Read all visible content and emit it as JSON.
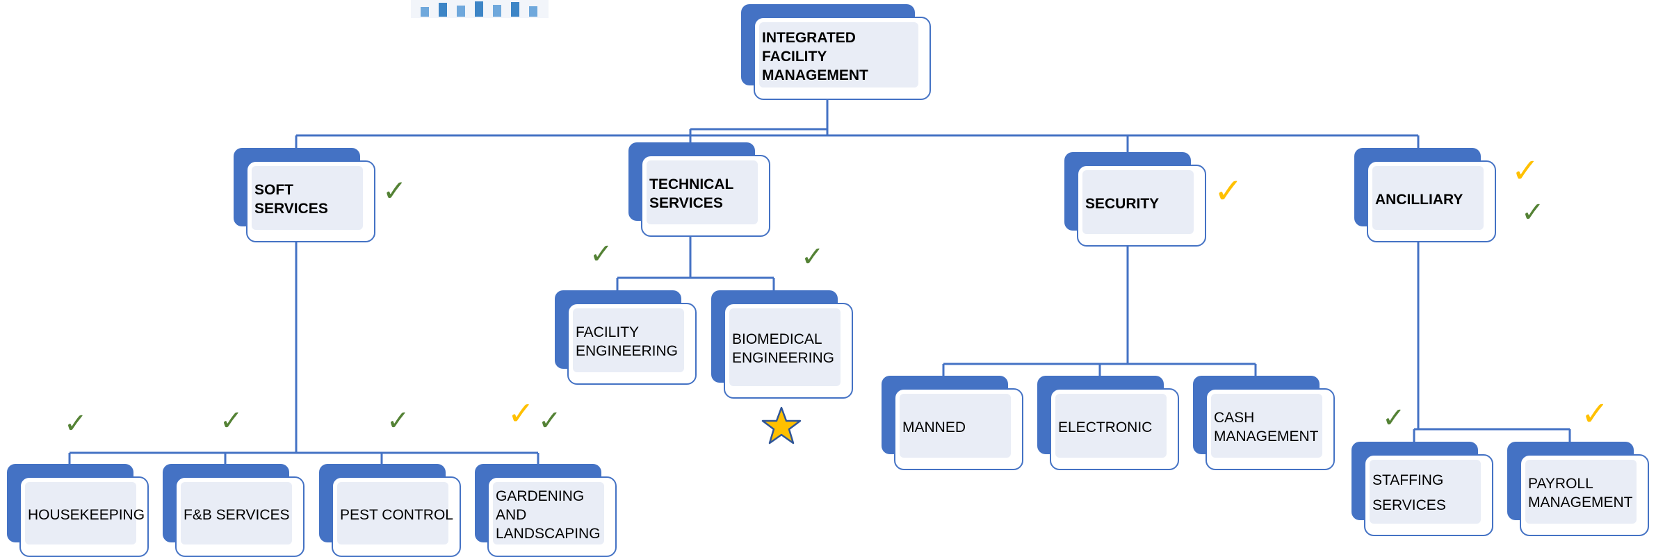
{
  "colors": {
    "node_back": "#4472c4",
    "node_border": "#4472c4",
    "node_fill": "#e9edf6",
    "connector": "#4472c4",
    "check_green": "#548235",
    "check_gold": "#ffc000",
    "star_fill": "#ffc000",
    "star_stroke": "#2f5597"
  },
  "root": {
    "label": "INTEGRATED\nFACILITY\nMANAGEMENT"
  },
  "categories": {
    "soft": {
      "label": "SOFT SERVICES"
    },
    "technical": {
      "label": "TECHNICAL\nSERVICES"
    },
    "security": {
      "label": "SECURITY"
    },
    "ancilliary": {
      "label": "ANCILLIARY"
    }
  },
  "soft_services": {
    "housekeeping": {
      "label": "HOUSEKEEPING"
    },
    "fnb": {
      "label": "F&B SERVICES"
    },
    "pest": {
      "label": "PEST CONTROL"
    },
    "gardening": {
      "label": "GARDENING\nAND\nLANDSCAPING"
    }
  },
  "technical_services": {
    "facility_eng": {
      "label": "FACILITY\nENGINEERING"
    },
    "biomedical_eng": {
      "label": "BIOMEDICAL\nENGINEERING"
    }
  },
  "security_services": {
    "manned": {
      "label": "MANNED"
    },
    "electronic": {
      "label": "ELECTRONIC"
    },
    "cash": {
      "label": "CASH\nMANAGEMENT"
    }
  },
  "ancilliary_services": {
    "staffing": {
      "label": "STAFFING\nSERVICES"
    },
    "payroll": {
      "label": "PAYROLL\nMANAGEMENT"
    }
  },
  "markers": {
    "check_symbol": "✓",
    "star_icon": "star-icon",
    "check_icon": "checkmark-icon"
  }
}
